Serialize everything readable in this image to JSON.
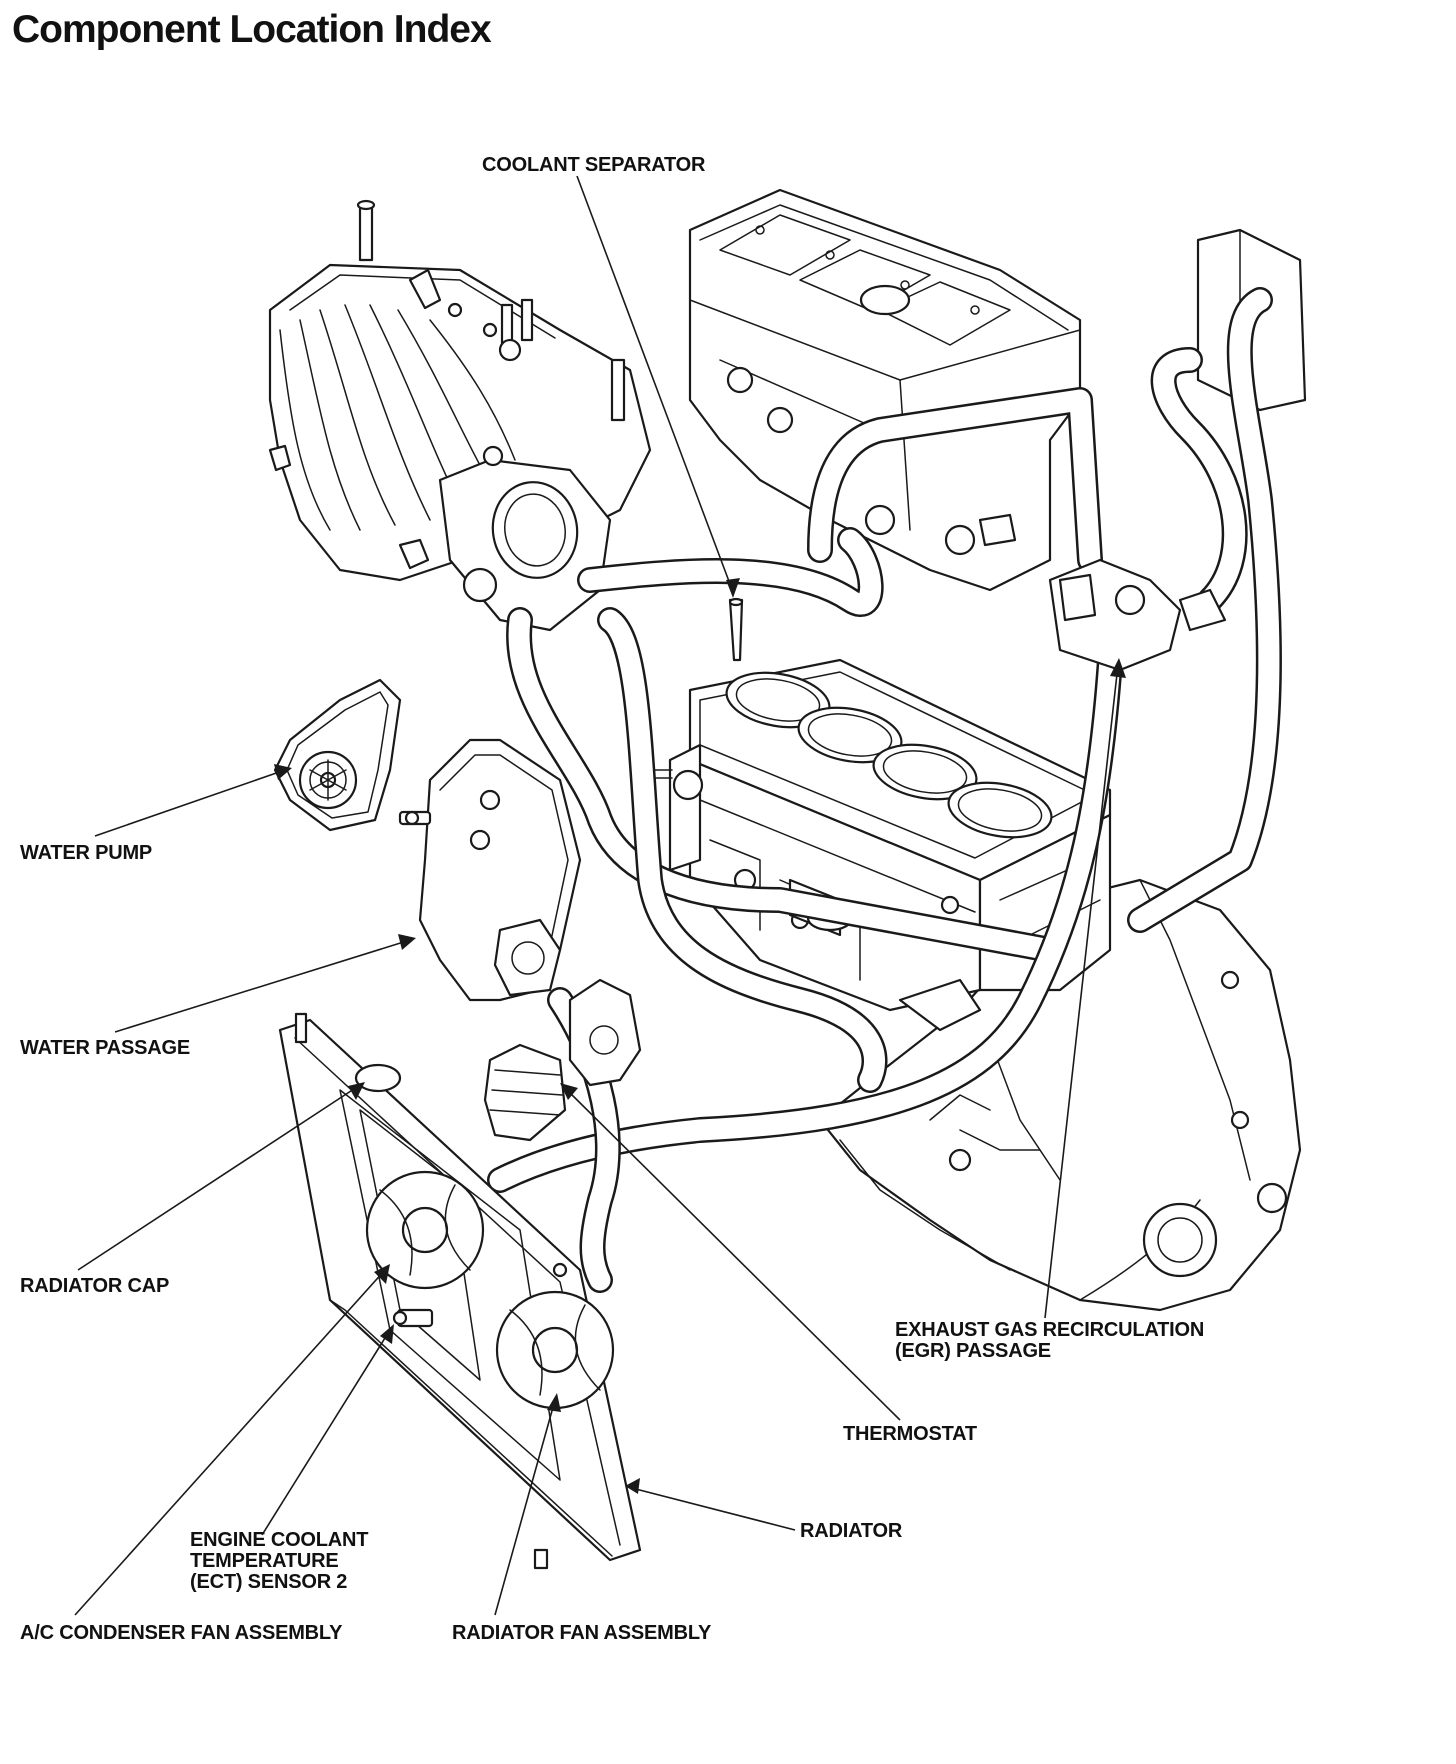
{
  "page": {
    "title": "Component Location Index"
  },
  "labels": {
    "coolant_separator": "COOLANT SEPARATOR",
    "water_pump": "WATER PUMP",
    "water_passage": "WATER PASSAGE",
    "radiator_cap": "RADIATOR CAP",
    "egr_passage": [
      "EXHAUST GAS RECIRCULATION",
      "(EGR) PASSAGE"
    ],
    "thermostat": "THERMOSTAT",
    "radiator": "RADIATOR",
    "ect_sensor": [
      "ENGINE COOLANT",
      "TEMPERATURE",
      "(ECT) SENSOR 2"
    ],
    "ac_condenser_fan": "A/C CONDENSER FAN ASSEMBLY",
    "radiator_fan": "RADIATOR FAN ASSEMBLY"
  },
  "colors": {
    "ink": "#1a1a1a",
    "background": "#ffffff"
  }
}
